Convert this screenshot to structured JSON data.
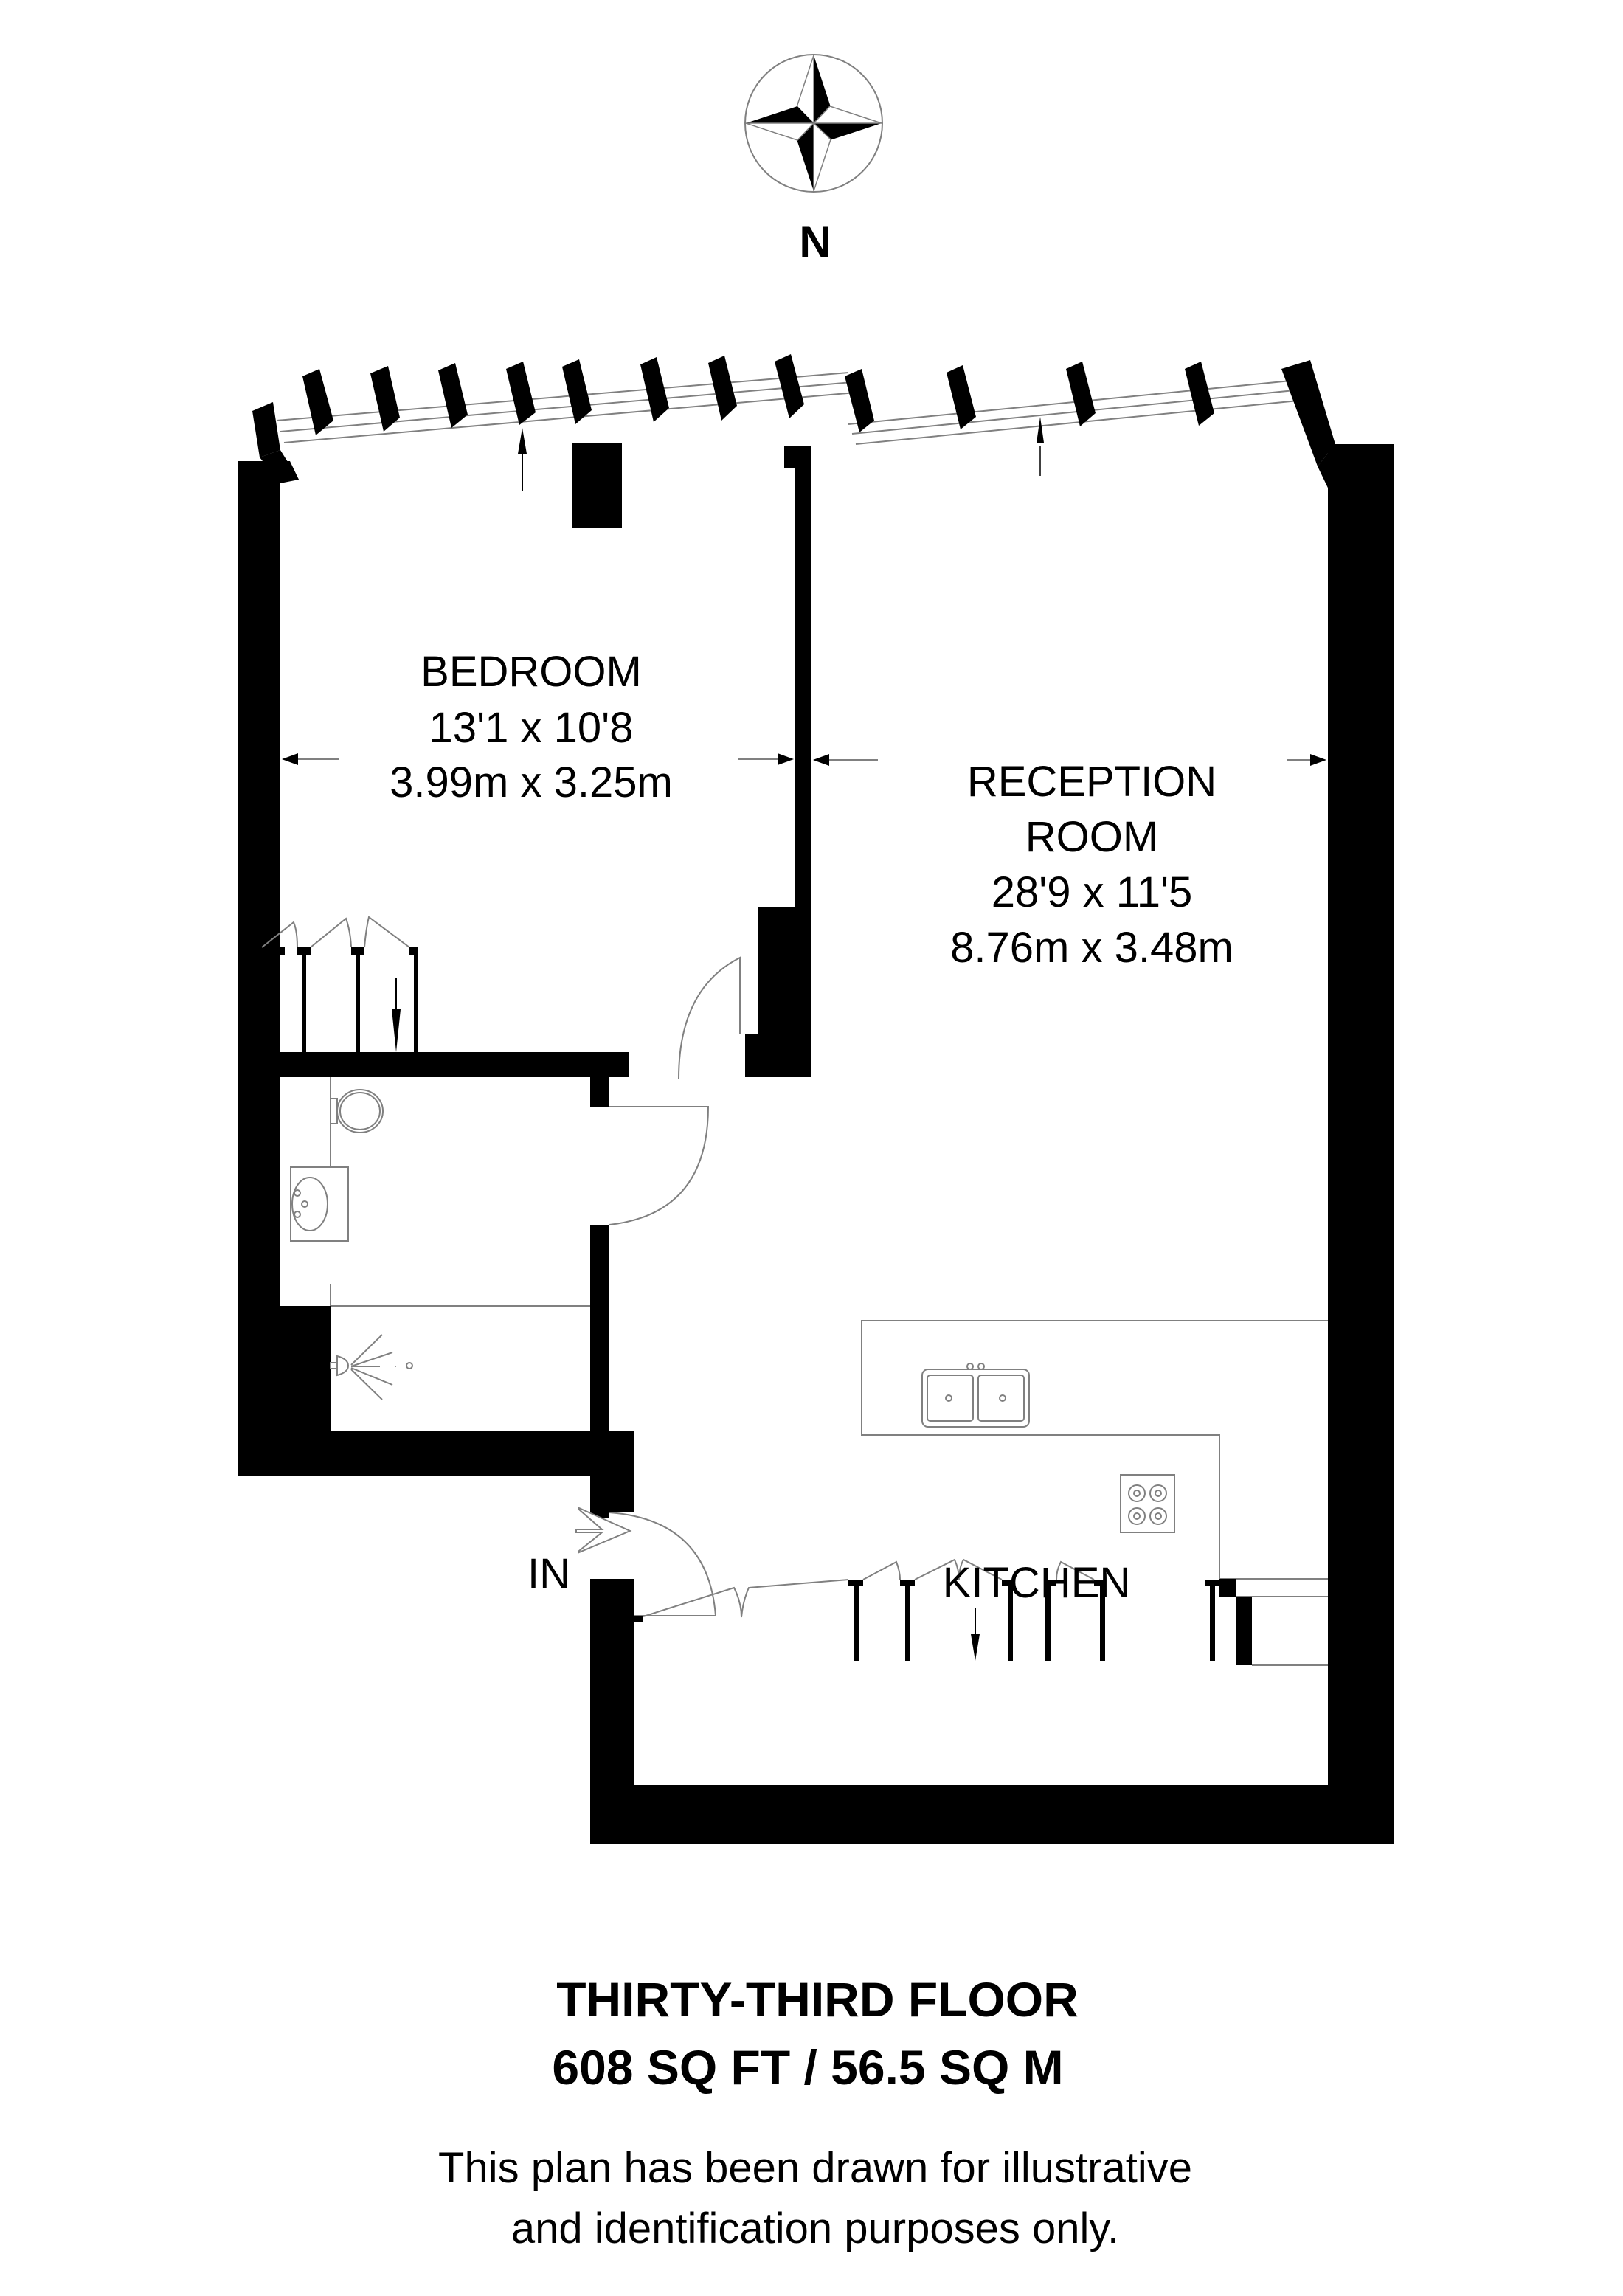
{
  "compass": {
    "icon": "compass-rose-icon",
    "label": "N"
  },
  "rooms": {
    "bedroom": {
      "name": "BEDROOM",
      "imperial": "13'1 x 10'8",
      "metric": "3.99m x 3.25m"
    },
    "reception": {
      "name_line1": "RECEPTION",
      "name_line2": "ROOM",
      "imperial": "28'9 x 11'5",
      "metric": "8.76m x 3.48m"
    },
    "kitchen": {
      "name": "KITCHEN"
    }
  },
  "entrance": {
    "label": "IN",
    "icon": "entry-arrow-icon"
  },
  "fixtures": [
    "toilet-icon",
    "washbasin-icon",
    "shower-icon",
    "double-sink-icon",
    "hob-icon"
  ],
  "footer": {
    "floor": "THIRTY-THIRD FLOOR",
    "area": "608 SQ FT / 56.5 SQ M",
    "disclaimer_line1": "This plan has been drawn for illustrative",
    "disclaimer_line2": "and identification purposes only."
  },
  "colors": {
    "wall": "#000000",
    "fixture_line": "#808080",
    "background": "#ffffff"
  }
}
